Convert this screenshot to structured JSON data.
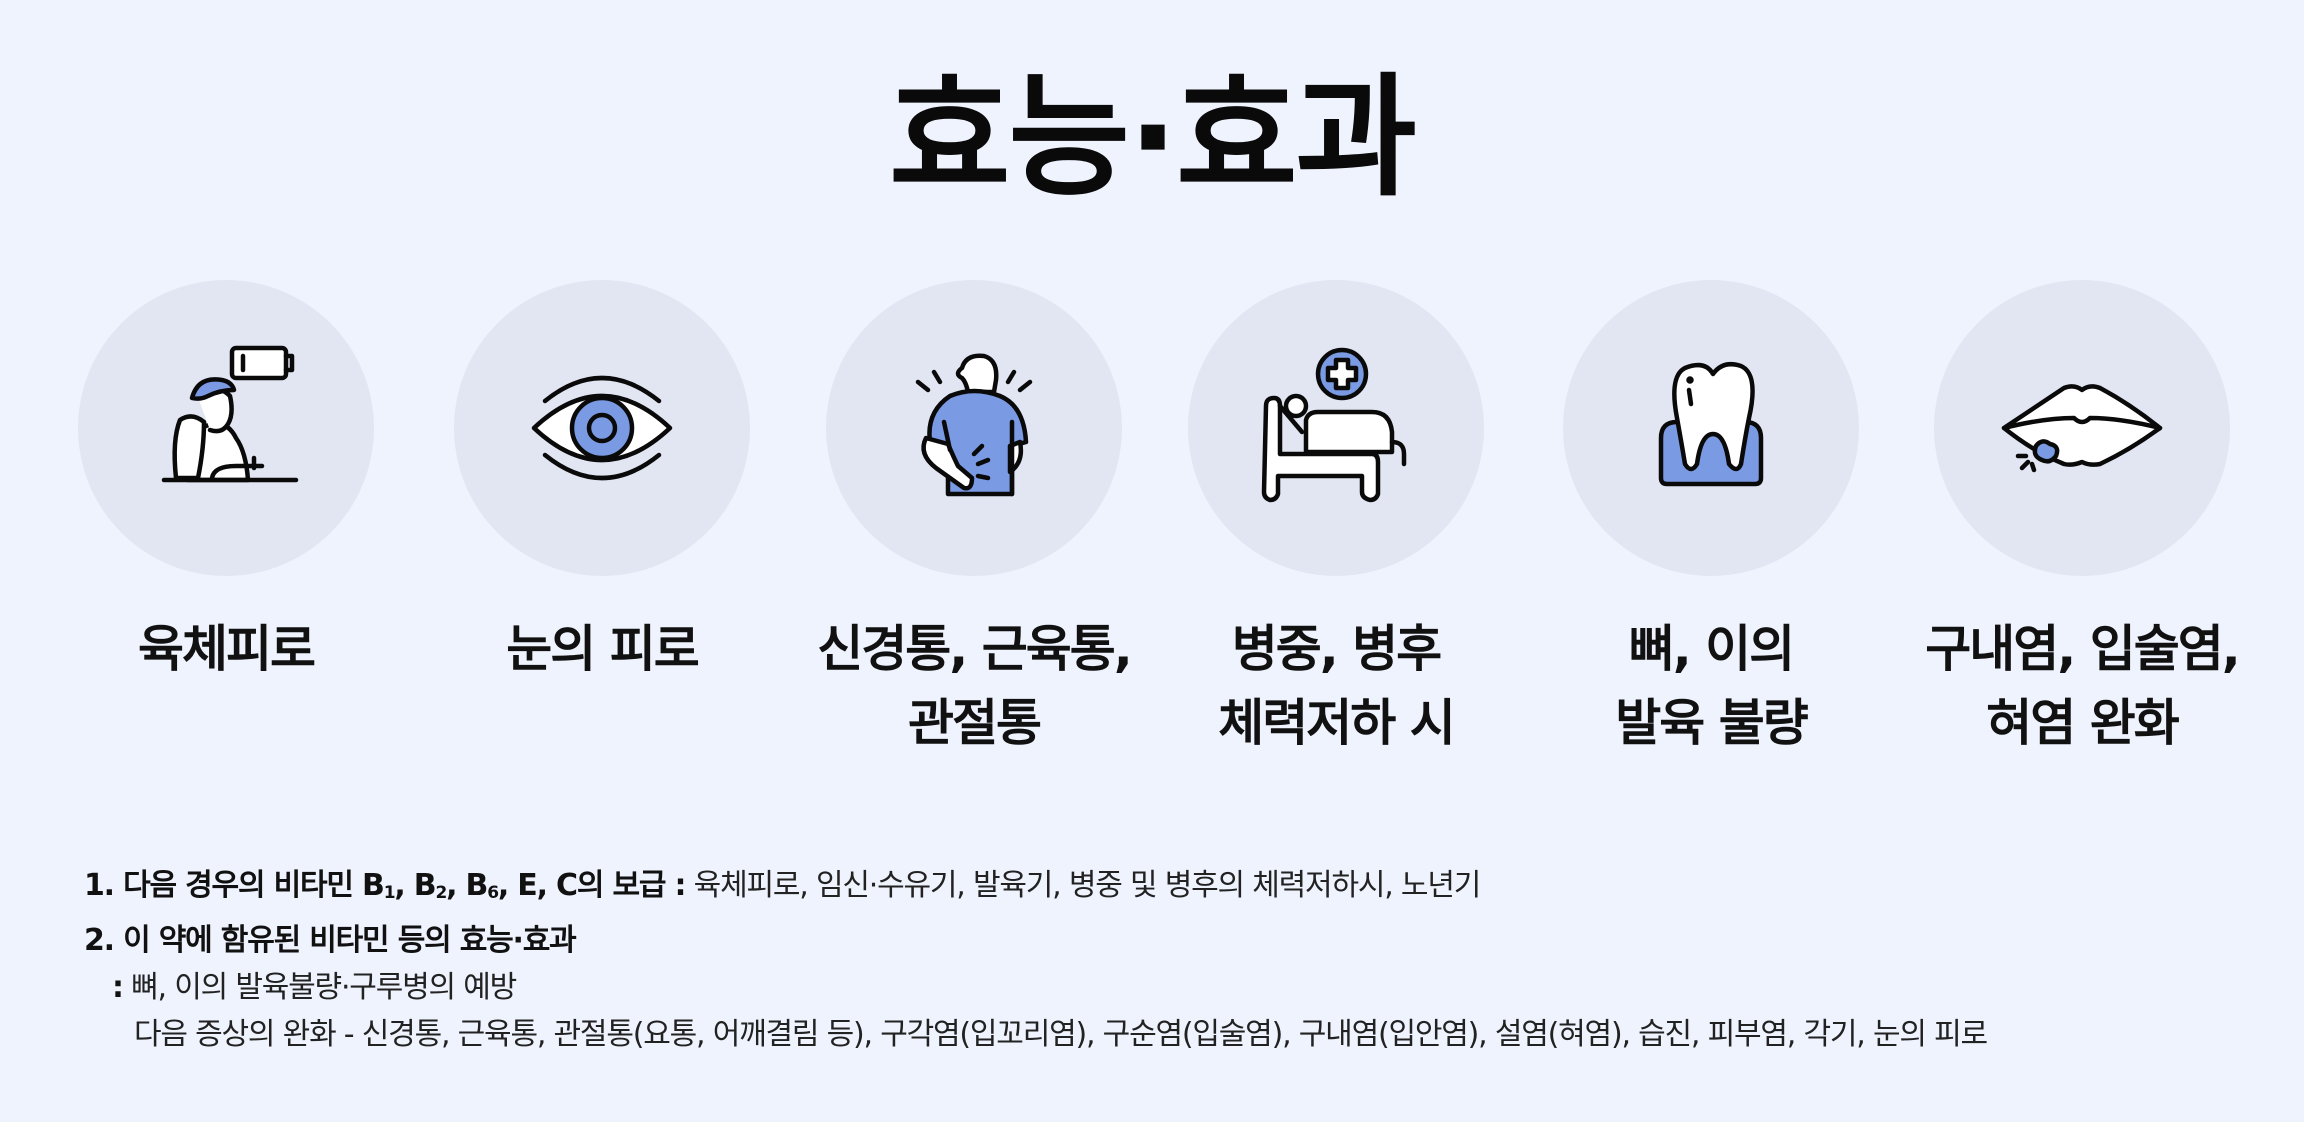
{
  "page": {
    "title": "효능·효과",
    "colors": {
      "background": "#eff3fe",
      "circle": "#e2e6f3",
      "accent": "#7a9be3",
      "stroke": "#0a0a0a"
    }
  },
  "items": [
    {
      "label": "육체피로",
      "icon": "tired-person-battery-icon"
    },
    {
      "label": "눈의 피로",
      "icon": "eye-icon"
    },
    {
      "label": "신경통, 근육통,\n관절통",
      "icon": "back-pain-icon"
    },
    {
      "label": "병중, 병후\n체력저하 시",
      "icon": "hospital-bed-icon"
    },
    {
      "label": "뼈, 이의\n발육 불량",
      "icon": "tooth-icon"
    },
    {
      "label": "구내염, 입술염,\n혀염 완화",
      "icon": "lips-sore-icon"
    }
  ],
  "notes": {
    "line1": {
      "bold_prefix": "1. 다음 경우의 비타민 B",
      "sub1": "1",
      "mid1": ", B",
      "sub2": "2",
      "mid2": ", B",
      "sub3": "6",
      "bold_suffix": ", E, C의 보급 :",
      "text": " 육체피로, 임신·수유기, 발육기, 병중 및 병후의 체력저하시, 노년기"
    },
    "line2": {
      "bold": "2. 이 약에 함유된 비타민 등의 효능·효과"
    },
    "line3": {
      "colon": ":",
      "text": " 뼈, 이의 발육불량·구루병의 예방"
    },
    "line4": {
      "text": "다음 증상의 완화 - 신경통, 근육통, 관절통(요통, 어깨결림 등), 구각염(입꼬리염), 구순염(입술염), 구내염(입안염), 설염(혀염), 습진, 피부염, 각기, 눈의 피로"
    }
  }
}
